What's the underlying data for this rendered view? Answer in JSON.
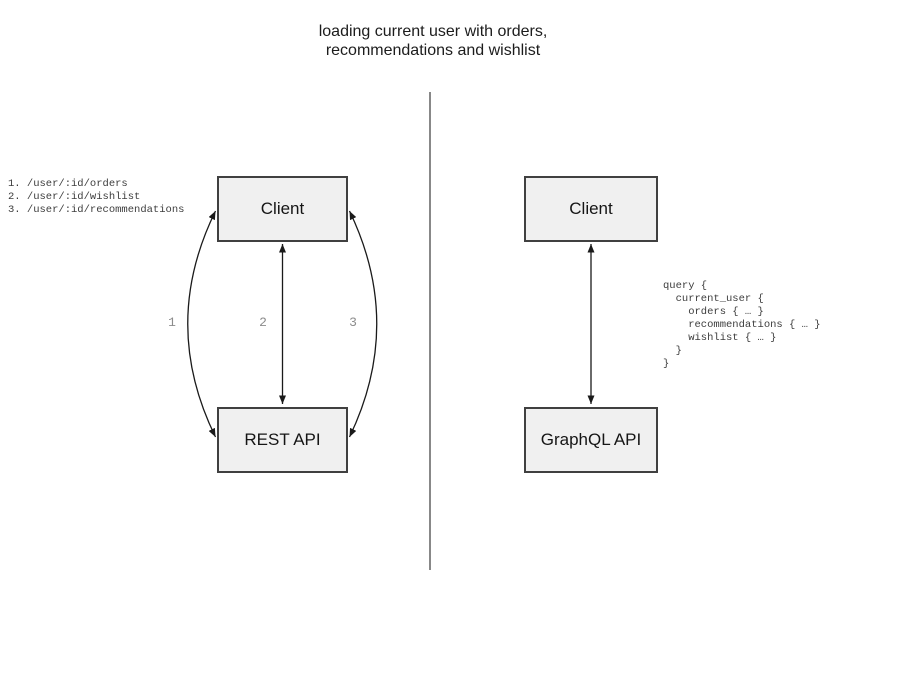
{
  "title": {
    "line1": "loading current user with orders,",
    "line2": "recommendations and wishlist"
  },
  "left_panel": {
    "endpoints": [
      "1. /user/:id/orders",
      "2. /user/:id/wishlist",
      "3. /user/:id/recommendations"
    ],
    "client_label": "Client",
    "api_label": "REST API",
    "arrow_labels": [
      "1",
      "2",
      "3"
    ]
  },
  "right_panel": {
    "client_label": "Client",
    "api_label": "GraphQL API",
    "query_lines": [
      "query {",
      "  current_user {",
      "    orders { … }",
      "    recommendations { … }",
      "    wishlist { … }",
      "  }",
      "}"
    ]
  },
  "colors": {
    "box_fill": "#f0f0f0",
    "box_border": "#404040",
    "arrow": "#1a1a1a",
    "divider": "#737373",
    "label_gray": "#8c8c8c",
    "mono_text": "#3d3d3d",
    "text": "#1c1c1c"
  }
}
